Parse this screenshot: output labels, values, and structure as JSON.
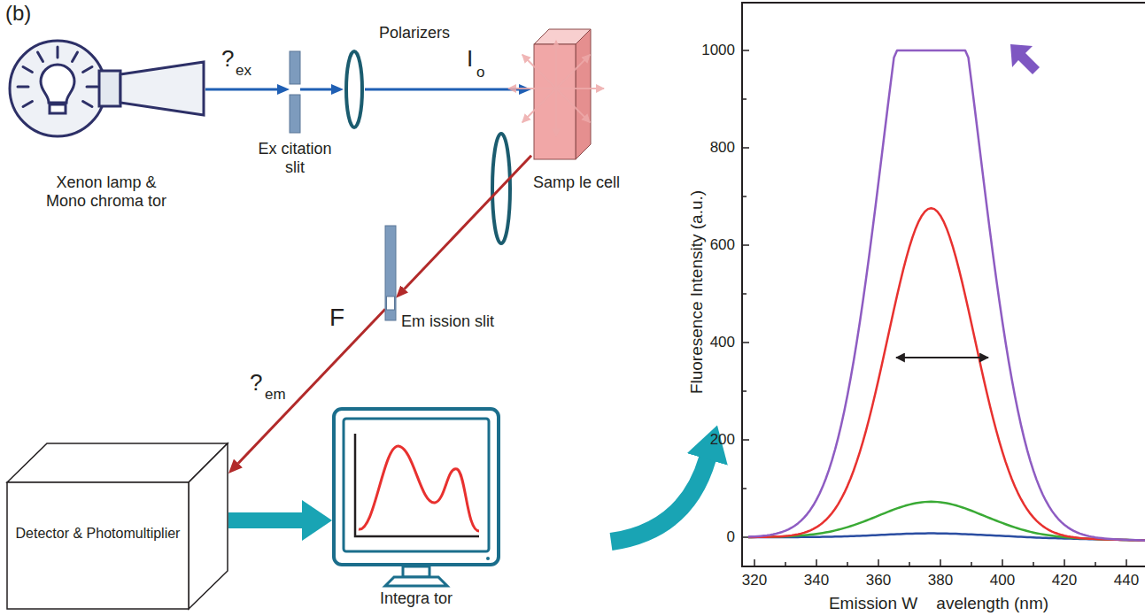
{
  "diagram": {
    "nodes": [
      {
        "text": [
          "Xenon lamp & Mono chroma tor"
        ]
      },
      {
        "text": [
          "Ex citation slit"
        ]
      },
      {
        "text": [
          "Polarizers"
        ]
      },
      {
        "text": [
          "Samp le cell"
        ]
      },
      {
        "text": [
          "Em ission slit"
        ]
      },
      {
        "text": [
          "Detector & Photomultiplier"
        ]
      },
      {
        "text": [
          "Integra tor"
        ]
      }
    ],
    "edges": [
      {
        "from": 0,
        "to": 1,
        "arrow": "to"
      },
      {
        "from": 1,
        "to": 2,
        "arrow": "to"
      },
      {
        "from": 2,
        "to": 3,
        "arrow": "to"
      },
      {
        "from": 3,
        "to": 4,
        "arrow": "to"
      },
      {
        "from": 4,
        "to": 5,
        "arrow": "to"
      },
      {
        "from": 5,
        "to": 6,
        "arrow": "to"
      }
    ],
    "labels": [
      "(b)",
      "?",
      "ex",
      "I",
      "o",
      "F",
      "?",
      "em",
      "Fluoresence Intensity (a.u.)",
      "0",
      "200",
      "400",
      "600",
      "800",
      "1000",
      "320",
      "340",
      "360",
      "380",
      "400",
      "420",
      "440",
      "Emission W    avelength (nm)"
    ]
  }
}
